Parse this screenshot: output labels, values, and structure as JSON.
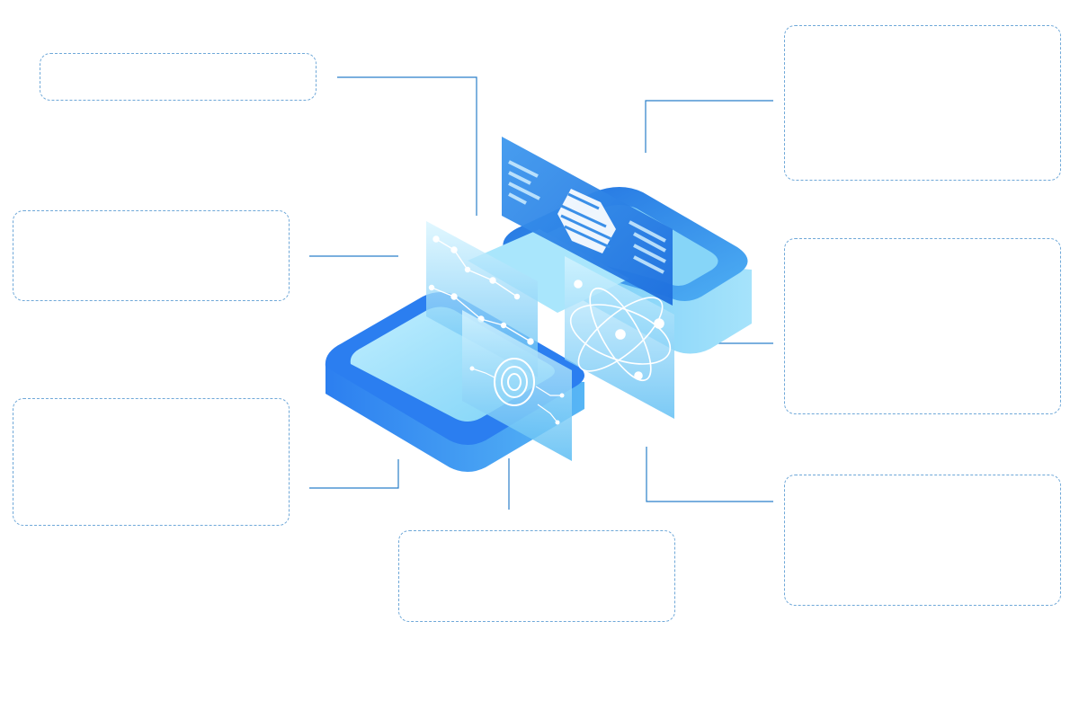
{
  "diagram": {
    "callouts": [
      {
        "id": "top-left",
        "text": ""
      },
      {
        "id": "mid-left",
        "text": ""
      },
      {
        "id": "bottom-left",
        "text": ""
      },
      {
        "id": "bottom-center",
        "text": ""
      },
      {
        "id": "top-right",
        "text": ""
      },
      {
        "id": "mid-right",
        "text": ""
      },
      {
        "id": "bottom-right",
        "text": ""
      }
    ],
    "colors": {
      "connector": "#2a7fc9",
      "callout_border": "#6fa8d8",
      "platform_dark": "#1f6fe0",
      "platform_light": "#7fd3f7",
      "panel": "#9fe0fb",
      "panel_accent": "#2f86e8"
    },
    "icons": [
      "network-graph-icon",
      "fingerprint-icon",
      "atom-icon",
      "hexagon-stripes-icon",
      "data-bars-icon"
    ]
  }
}
